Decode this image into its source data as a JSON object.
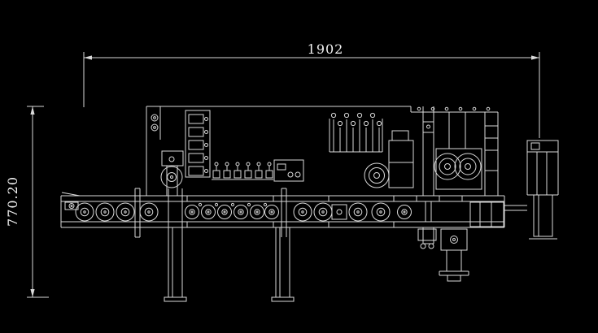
{
  "drawing": {
    "type": "technical-drawing-side-view",
    "subject": "machine-line-elevation",
    "dimensions": {
      "overall_length": "1902",
      "overall_height": "770.20"
    },
    "colors": {
      "background": "#000000",
      "line": "#d9d9d9",
      "text": "#f2f2f2"
    }
  }
}
